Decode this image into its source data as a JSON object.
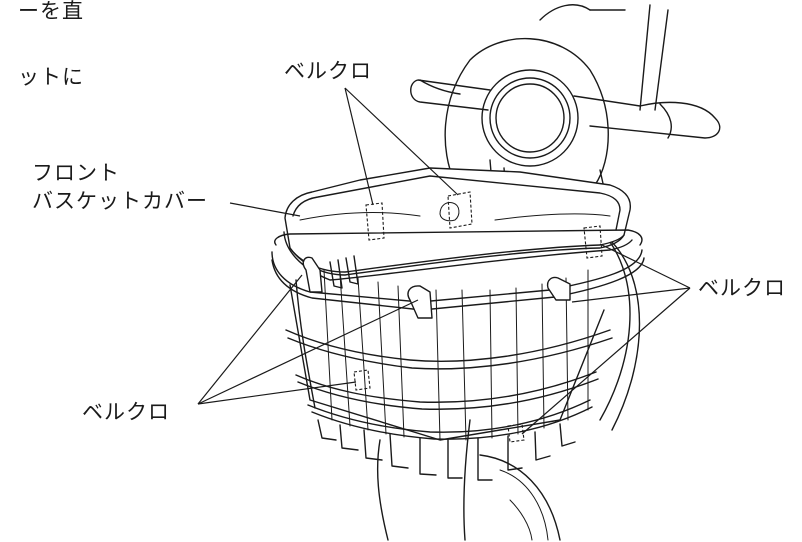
{
  "fragments": {
    "line1": "ーを直",
    "line2": "ットに"
  },
  "labels": {
    "top": "ベルクロ",
    "cover_line1": "フロント",
    "cover_line2": "バスケットカバー",
    "right": "ベルクロ",
    "bottom_left": "ベルクロ"
  }
}
